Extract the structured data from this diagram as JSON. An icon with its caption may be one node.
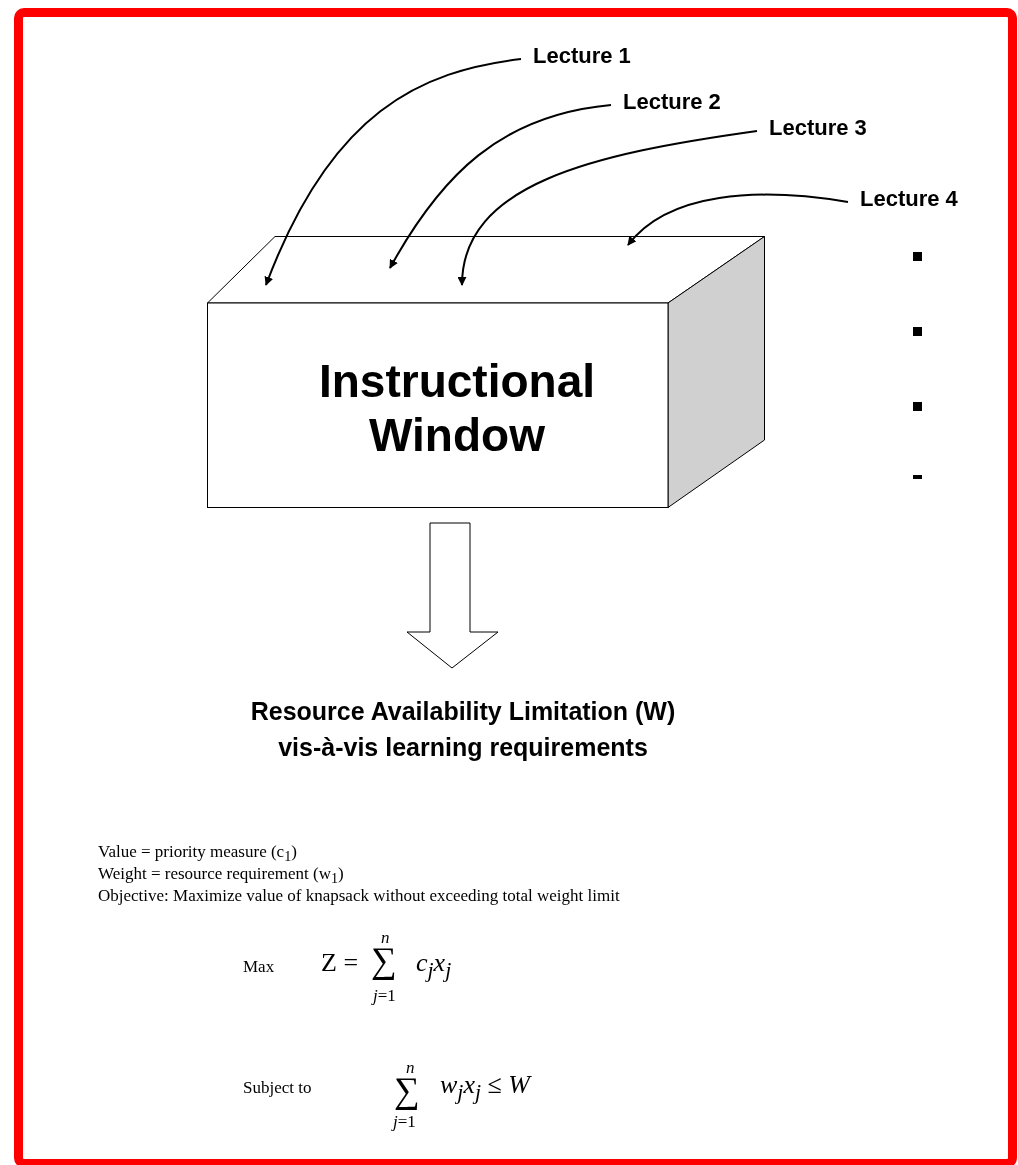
{
  "diagram": {
    "nodes": [
      {
        "text": [
          "Lecture 1"
        ]
      },
      {
        "text": [
          "Lecture 2"
        ]
      },
      {
        "text": [
          "Lecture 3"
        ]
      },
      {
        "text": [
          "Lecture 4"
        ]
      },
      {
        "text": [
          "Instructional Window"
        ]
      },
      {
        "text": [
          "Resource Availability Limitation (W) vis-à-vis learning requirements"
        ]
      }
    ],
    "edges": [
      {
        "from": 0,
        "to": 4,
        "arrow": "to"
      },
      {
        "from": 1,
        "to": 4,
        "arrow": "to"
      },
      {
        "from": 2,
        "to": 4,
        "arrow": "to"
      },
      {
        "from": 3,
        "to": 4,
        "arrow": "to"
      },
      {
        "from": 4,
        "to": 5,
        "arrow": "to",
        "style": "thick"
      }
    ],
    "labels": [
      "Value = priority measure (c$_{1}$)",
      "Weight = resource requirement (w$_{1}$)",
      "Objective:  Maximize value of knapsack without exceeding total weight limit",
      "Max",
      "Z =",
      "n",
      "∑",
      "*j*=1",
      "c$_{j}$x$_{j}$",
      "Subject to",
      "n",
      "∑",
      "*j*=1",
      "w$_{j}$x$_{j}$ ≤ W"
    ]
  }
}
